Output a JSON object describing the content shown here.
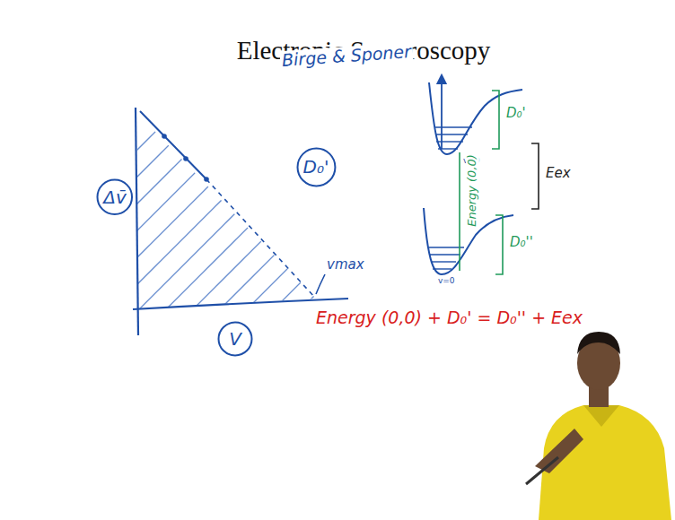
{
  "diagram": {
    "title": "Electronic Spectroscopy",
    "nodes": [
      {
        "text": [
          "D₀'"
        ]
      },
      {
        "text": [
          "Δv̄"
        ]
      },
      {
        "text": [
          "V"
        ]
      }
    ],
    "labels": [
      "Birge & Sponer",
      "D₀'",
      "v=0",
      "Energy (0,0)",
      "Eex",
      "D₀''",
      "v=0",
      "vmax",
      "Energy (0,0) + D₀' = D₀'' + Eex"
    ]
  }
}
